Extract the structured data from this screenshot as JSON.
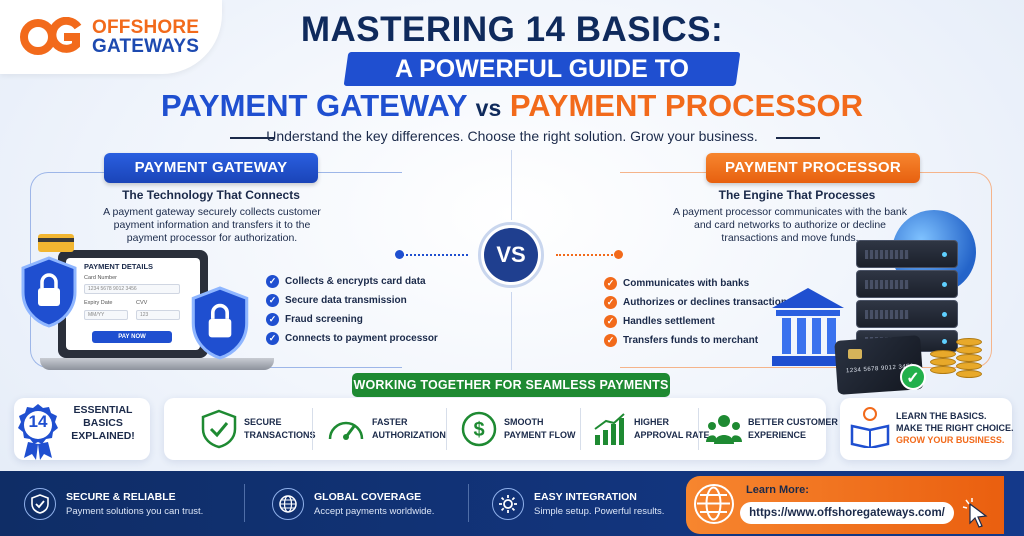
{
  "brand": {
    "line1": "OFFSHORE",
    "line2": "GATEWAYS"
  },
  "headline": {
    "line1": "MASTERING 14 BASICS:",
    "line2": "A POWERFUL GUIDE TO",
    "gateway": "PAYMENT GATEWAY",
    "vs": "vs",
    "processor": "PAYMENT PROCESSOR",
    "subtitle": "Understand the key differences. Choose the right solution. Grow your business."
  },
  "gateway": {
    "tag": "PAYMENT GATEWAY",
    "heading": "The Technology That Connects",
    "description": "A payment gateway securely collects customer payment information and transfers it to the payment processor for authorization.",
    "features": [
      "Collects & encrypts card data",
      "Secure data transmission",
      "Fraud screening",
      "Connects to payment processor"
    ],
    "screen": {
      "title": "PAYMENT DETAILS",
      "card_label": "Card Number",
      "card_value": "1234 5678 9012 3456",
      "expiry_label": "Expiry Date",
      "expiry_value": "MM/YY",
      "cvv_label": "CVV",
      "cvv_value": "123",
      "pay_button": "PAY NOW"
    }
  },
  "processor": {
    "tag": "PAYMENT PROCESSOR",
    "heading": "The Engine That Processes",
    "description": "A payment processor communicates with the bank and card networks to authorize or decline transactions and move funds.",
    "features": [
      "Communicates with banks",
      "Authorizes or declines transactions",
      "Handles settlement",
      "Transfers funds to merchant"
    ],
    "card_number": "1234 5678 9012 3456"
  },
  "vs_label": "VS",
  "working": {
    "title": "WORKING TOGETHER FOR SEAMLESS PAYMENTS",
    "benefits": [
      {
        "l1": "SECURE",
        "l2": "TRANSACTIONS",
        "icon": "shield-check-icon"
      },
      {
        "l1": "FASTER",
        "l2": "AUTHORIZATION",
        "icon": "speedometer-icon"
      },
      {
        "l1": "SMOOTH",
        "l2": "PAYMENT FLOW",
        "icon": "dollar-icon"
      },
      {
        "l1": "HIGHER",
        "l2": "APPROVAL RATE",
        "icon": "growth-chart-icon"
      },
      {
        "l1": "BETTER CUSTOMER",
        "l2": "EXPERIENCE",
        "icon": "users-icon"
      }
    ]
  },
  "badge": {
    "number": "14",
    "l1": "ESSENTIAL",
    "l2": "BASICS",
    "l3": "EXPLAINED!"
  },
  "learn": {
    "l1": "LEARN THE BASICS.",
    "l2": "MAKE THE RIGHT CHOICE.",
    "l3": "GROW YOUR BUSINESS."
  },
  "footer": {
    "items": [
      {
        "title": "SECURE & RELIABLE",
        "sub": "Payment solutions you can trust."
      },
      {
        "title": "GLOBAL COVERAGE",
        "sub": "Accept payments worldwide."
      },
      {
        "title": "EASY INTEGRATION",
        "sub": "Simple setup. Powerful results."
      }
    ],
    "learn_more": "Learn More:",
    "url": "https://www.offshoregateways.com/"
  },
  "colors": {
    "blue": "#1f4fd0",
    "navy": "#0f2a5c",
    "orange": "#f26a1b",
    "green": "#1e8a32"
  }
}
